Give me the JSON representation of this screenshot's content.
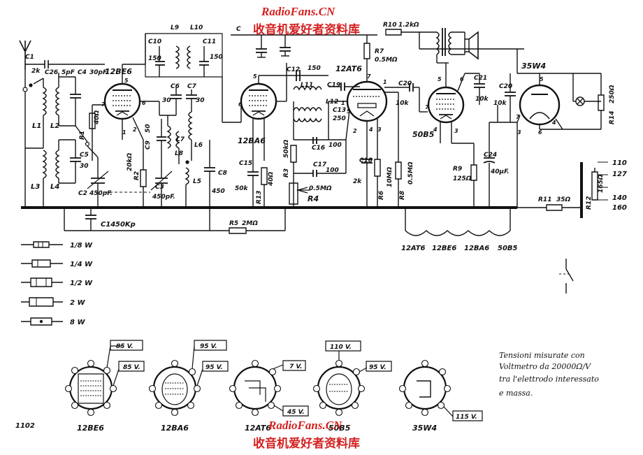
{
  "watermark": {
    "brand": "RadioFans.CN",
    "chinese": "收音机爱好者资料库"
  },
  "tubes": [
    {
      "name": "12BE6",
      "label": "12BE6"
    },
    {
      "name": "12BA6",
      "label": "12BA6"
    },
    {
      "name": "12AT6",
      "label": "12AT6"
    },
    {
      "name": "50B5",
      "label": "50B5"
    },
    {
      "name": "35W4",
      "label": "35W4"
    }
  ],
  "components": {
    "c1": "C1",
    "c1v": "2k",
    "c26": "C26",
    "c26v": "5pF",
    "c4": "C4",
    "c4v": "30pF.",
    "l1": "L1",
    "l2": "L2",
    "l3": "L3",
    "l4": "L4",
    "c5": "C5",
    "c5v": "30",
    "c2": "C2",
    "c2v": "450pF.",
    "c14": "C14",
    "c14v": "50Kp",
    "r1": "R1",
    "r1v": "40Ω",
    "r2": "R2",
    "r2v": "20kΩ",
    "c9": "C9",
    "c9v": "50",
    "c3": "C3",
    "c3v": "450pF.",
    "c6": "C6",
    "c7": "C7",
    "c6v": "30",
    "c7v": "30",
    "l7": "L7",
    "l8": "L8",
    "l6": "L6",
    "l5": "L5",
    "c10": "C10",
    "c10v": "150",
    "l9": "L9",
    "l10": "L10",
    "c11": "C11",
    "c11v": "150",
    "c8": "C8",
    "c8v": "450",
    "c15": "C15",
    "c15v": "50k",
    "r13": "R13",
    "r13v": "40Ω",
    "c12": "C12",
    "c12v": "150",
    "l11": "L11",
    "l12": "L12",
    "c13": "C13",
    "c13v": "250",
    "c16": "C16",
    "c16v": "100",
    "c17": "C17",
    "c17v": "100",
    "r3": "R3",
    "r3v": "50kΩ",
    "r4": "R4",
    "r4v": "0.5MΩ",
    "r5": "R5",
    "r5v": "2MΩ",
    "c19": "C19",
    "c18": "C18",
    "c18v": "2k",
    "r7": "R7",
    "r7v": "0.5MΩ",
    "r6": "R6",
    "r6v": "10MΩ",
    "r8": "R8",
    "r8v": "0.5MΩ",
    "c20": "C20",
    "c20v": "10k",
    "c21": "C21",
    "c21v": "10k",
    "r10": "R10",
    "r10v": "1.2kΩ",
    "c24": "C24",
    "c24v": "40µF.",
    "r9": "R9",
    "r9v": "125Ω",
    "c23": "C",
    "c23v": "10k",
    "c22": "C20",
    "r11": "R11",
    "r11v": "35Ω",
    "r12": "R12",
    "r12v": "165Ω",
    "r14": "R14",
    "r14v": "250Ω"
  },
  "mains_taps": [
    "110",
    "127",
    "140",
    "160"
  ],
  "filament_chain": [
    "12AT6",
    "12BE6",
    "12BA6",
    "50B5"
  ],
  "legend": [
    {
      "watt": "1/8 W"
    },
    {
      "watt": "1/4 W"
    },
    {
      "watt": "1/2 W"
    },
    {
      "watt": "2 W"
    },
    {
      "watt": "8 W"
    }
  ],
  "sockets": [
    {
      "tube": "12BE6",
      "v1": "85 V.",
      "v2": "85 V."
    },
    {
      "tube": "12BA6",
      "v1": "95 V.",
      "v2": "95 V."
    },
    {
      "tube": "12AT6",
      "v1": "7 V.",
      "v2": "45 V."
    },
    {
      "tube": "50B5",
      "v1": "110 V.",
      "v2": "95 V."
    },
    {
      "tube": "35W4",
      "v1": "115 V."
    }
  ],
  "note": {
    "line1": "Tensioni misurate con",
    "line2": "Voltmetro da 20000Ω/V",
    "line3": "tra l'elettrodo interessato",
    "line4": "e massa."
  },
  "page_number": "1102"
}
